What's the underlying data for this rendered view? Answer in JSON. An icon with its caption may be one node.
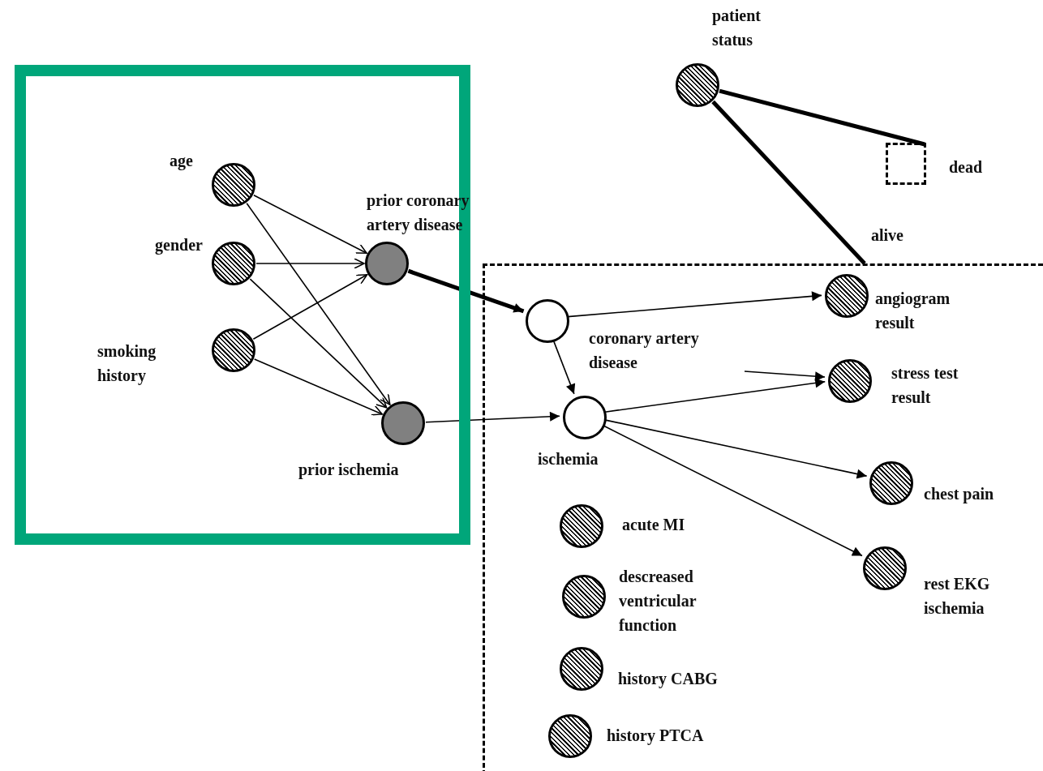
{
  "diagram": {
    "nodes": [
      {
        "text": [],
        "shape": "box"
      },
      {
        "text": [
          "age"
        ],
        "in": 0
      },
      {
        "text": [
          "gender"
        ],
        "in": 0
      },
      {
        "text": [
          "smoking history"
        ],
        "in": 0
      },
      {
        "text": [
          "prior coronary artery disease"
        ],
        "in": 0
      },
      {
        "text": [
          "prior ischemia"
        ],
        "in": 0
      },
      {
        "text": [
          "patient status"
        ]
      },
      {
        "text": [
          "dead"
        ]
      },
      {
        "text": [
          "alive"
        ]
      },
      {
        "text": [
          "coronary artery disease"
        ],
        "in": 8
      },
      {
        "text": [
          "ischemia"
        ],
        "in": 8
      },
      {
        "text": [
          "angiogram result"
        ],
        "in": 8
      },
      {
        "text": [
          "stress test result"
        ],
        "in": 8
      },
      {
        "text": [
          "chest pain"
        ],
        "in": 8
      },
      {
        "text": [
          "rest EKG ischemia"
        ],
        "in": 8
      },
      {
        "text": [
          "acute MI"
        ],
        "in": 8
      },
      {
        "text": [
          "descreased ventricular function"
        ],
        "in": 8
      },
      {
        "text": [
          "history CABG"
        ],
        "in": 8
      },
      {
        "text": [
          "history PTCA"
        ],
        "in": 8
      }
    ],
    "edges": [
      {
        "from": 1,
        "to": 4,
        "arrow": "to"
      },
      {
        "from": 1,
        "to": 5,
        "arrow": "to"
      },
      {
        "from": 2,
        "to": 4,
        "arrow": "to"
      },
      {
        "from": 2,
        "to": 5,
        "arrow": "to"
      },
      {
        "from": 3,
        "to": 4,
        "arrow": "to"
      },
      {
        "from": 3,
        "to": 5,
        "arrow": "to"
      },
      {
        "from": 4,
        "to": 9,
        "arrow": "to",
        "style": "thick"
      },
      {
        "from": 5,
        "to": 10,
        "arrow": "to"
      },
      {
        "from": 9,
        "to": 10,
        "arrow": "to"
      },
      {
        "from": 9,
        "to": 11,
        "arrow": "to"
      },
      {
        "from": 9,
        "to": 12,
        "arrow": "to"
      },
      {
        "from": 10,
        "to": 12,
        "arrow": "to"
      },
      {
        "from": 10,
        "to": 13,
        "arrow": "to"
      },
      {
        "from": 10,
        "to": 14,
        "arrow": "to"
      },
      {
        "from": 6,
        "to": 7,
        "arrow": "none",
        "style": "thick"
      },
      {
        "from": 6,
        "to": 8,
        "arrow": "none",
        "style": "thick"
      }
    ]
  }
}
